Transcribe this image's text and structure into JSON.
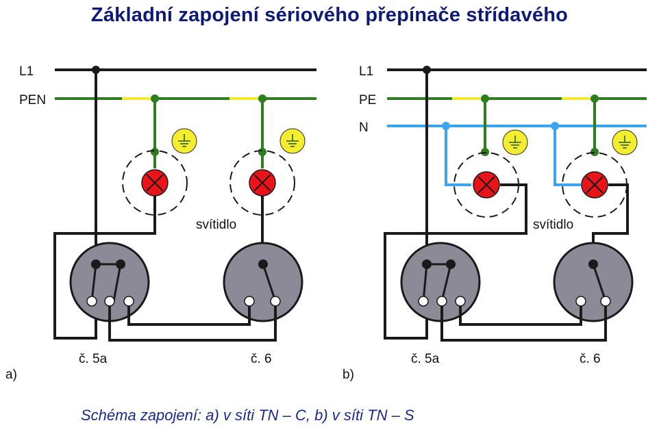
{
  "title": "Základní zapojení sériového přepínače střídavého",
  "caption": "Schéma zapojení: a) v síti TN – C, b) v síti TN – S",
  "diagram_a": {
    "panel_label": "a)",
    "conductors": [
      "L1",
      "PEN"
    ],
    "lamp_label": "svítidlo",
    "switch_left_label": "č. 5a",
    "switch_right_label": "č. 6"
  },
  "diagram_b": {
    "panel_label": "b)",
    "conductors": [
      "L1",
      "PE",
      "N"
    ],
    "lamp_label": "svítidlo",
    "switch_left_label": "č. 5a",
    "switch_right_label": "č. 6"
  },
  "colors": {
    "title": "#0d1a7a",
    "caption": "#1a2a8a",
    "phase": "#1a1a1a",
    "protective_green": "#2e7d1e",
    "protective_yellow": "#f2ea2a",
    "neutral": "#3aa4f0",
    "lamp": "#e8141a",
    "earth_symbol": "#f4ee2e",
    "switch_body": "#8c8a96"
  }
}
